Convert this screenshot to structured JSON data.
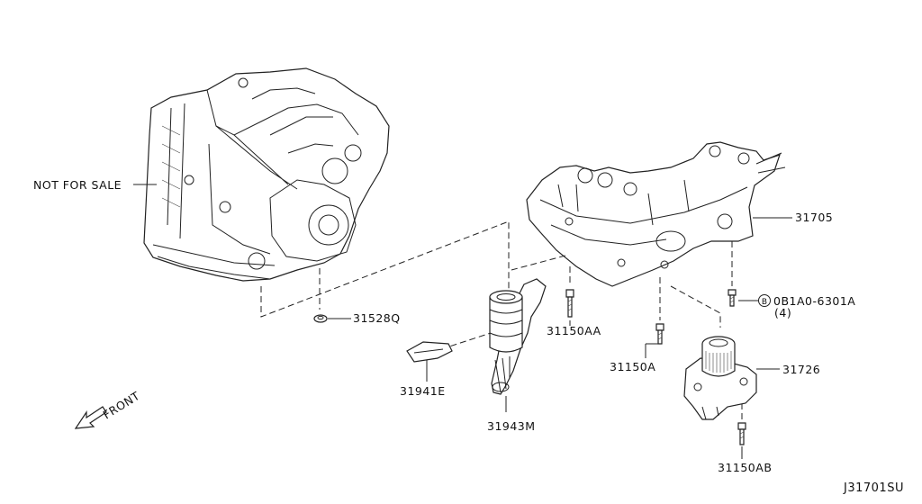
{
  "diagram": {
    "code": "J31701SU",
    "front_label": "FRONT",
    "not_for_sale": "NOT FOR SALE",
    "callouts": {
      "p31705": "31705",
      "bolt_spec": "0B1A0-6301A",
      "bolt_qty": "(4)",
      "bolt_symbol": "B",
      "p31528Q": "31528Q",
      "p31150AA": "31150AA",
      "p31150A": "31150A",
      "p31726": "31726",
      "p31941E": "31941E",
      "p31943M": "31943M",
      "p31150AB": "31150AB"
    }
  }
}
